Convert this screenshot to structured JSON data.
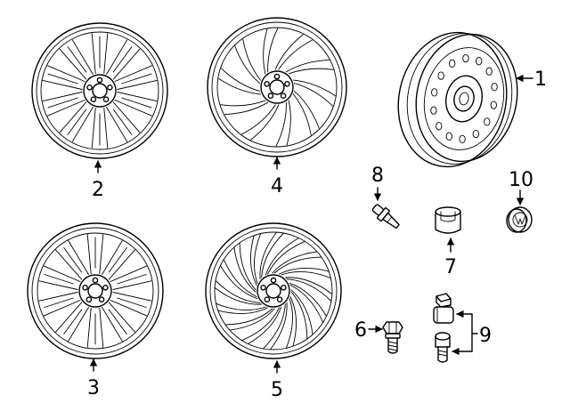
{
  "diagram": {
    "callouts": {
      "spare_steel_wheel": "1",
      "alloy_wheel_a": "2",
      "alloy_wheel_b": "3",
      "alloy_wheel_c": "4",
      "alloy_wheel_d": "5",
      "bolt": "6",
      "center_cap": "7",
      "valve_stem": "8",
      "locking_bolt_set": "9",
      "emblem_cap": "10"
    },
    "colors": {
      "line": "#000000",
      "background": "#ffffff"
    }
  }
}
